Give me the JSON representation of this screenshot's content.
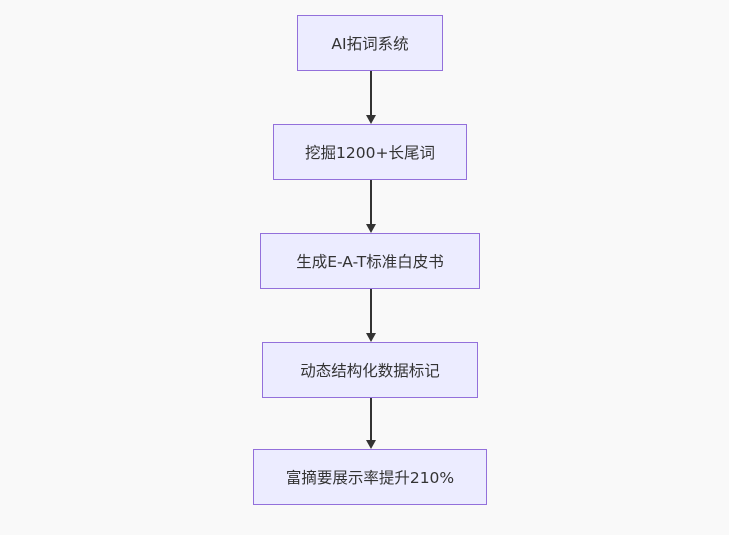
{
  "diagram": {
    "type": "flowchart",
    "direction": "top-down",
    "nodes": [
      {
        "id": "node-1",
        "label": "AI拓词系统"
      },
      {
        "id": "node-2",
        "label": "挖掘1200+长尾词"
      },
      {
        "id": "node-3",
        "label": "生成E-A-T标准白皮书"
      },
      {
        "id": "node-4",
        "label": "动态结构化数据标记"
      },
      {
        "id": "node-5",
        "label": "富摘要展示率提升210%"
      }
    ],
    "edges": [
      {
        "from": "node-1",
        "to": "node-2",
        "style": "arrow"
      },
      {
        "from": "node-2",
        "to": "node-3",
        "style": "arrow"
      },
      {
        "from": "node-3",
        "to": "node-4",
        "style": "arrow"
      },
      {
        "from": "node-4",
        "to": "node-5",
        "style": "arrow"
      }
    ],
    "colors": {
      "node_fill": "#ECECFF",
      "node_border": "#9370DB",
      "text": "#333333",
      "arrow": "#333333",
      "background": "#f9f9f9"
    }
  }
}
